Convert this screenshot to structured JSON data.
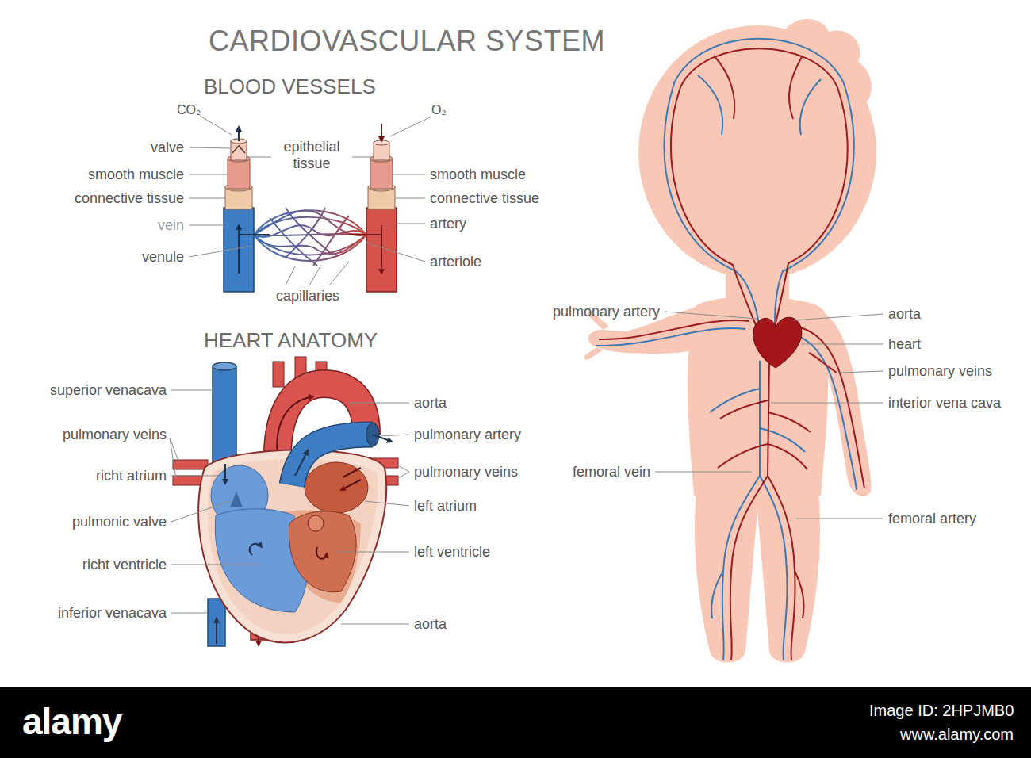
{
  "diagram": {
    "title": "CARDIOVASCULAR SYSTEM",
    "labels": [
      "BLOOD VESSELS",
      "CO₂",
      "O₂",
      "valve",
      "epithelial tissue",
      "smooth muscle",
      "connective tissue",
      "vein",
      "venule",
      "smooth muscle",
      "connective tissue",
      "artery",
      "arteriole",
      "capillaries",
      "HEART ANATOMY",
      "superior venacava",
      "pulmonary veins",
      "richt atrium",
      "pulmonic valve",
      "richt ventricle",
      "inferior venacava",
      "aorta",
      "pulmonary artery",
      "pulmonary veins",
      "left atrium",
      "left ventricle",
      "aorta",
      "pulmonary artery",
      "aorta",
      "heart",
      "pulmonary veins",
      "interior vena cava",
      "femoral vein",
      "femoral artery",
      "alamy",
      "Image ID: 2HPJMB0",
      "www.alamy.com"
    ]
  }
}
